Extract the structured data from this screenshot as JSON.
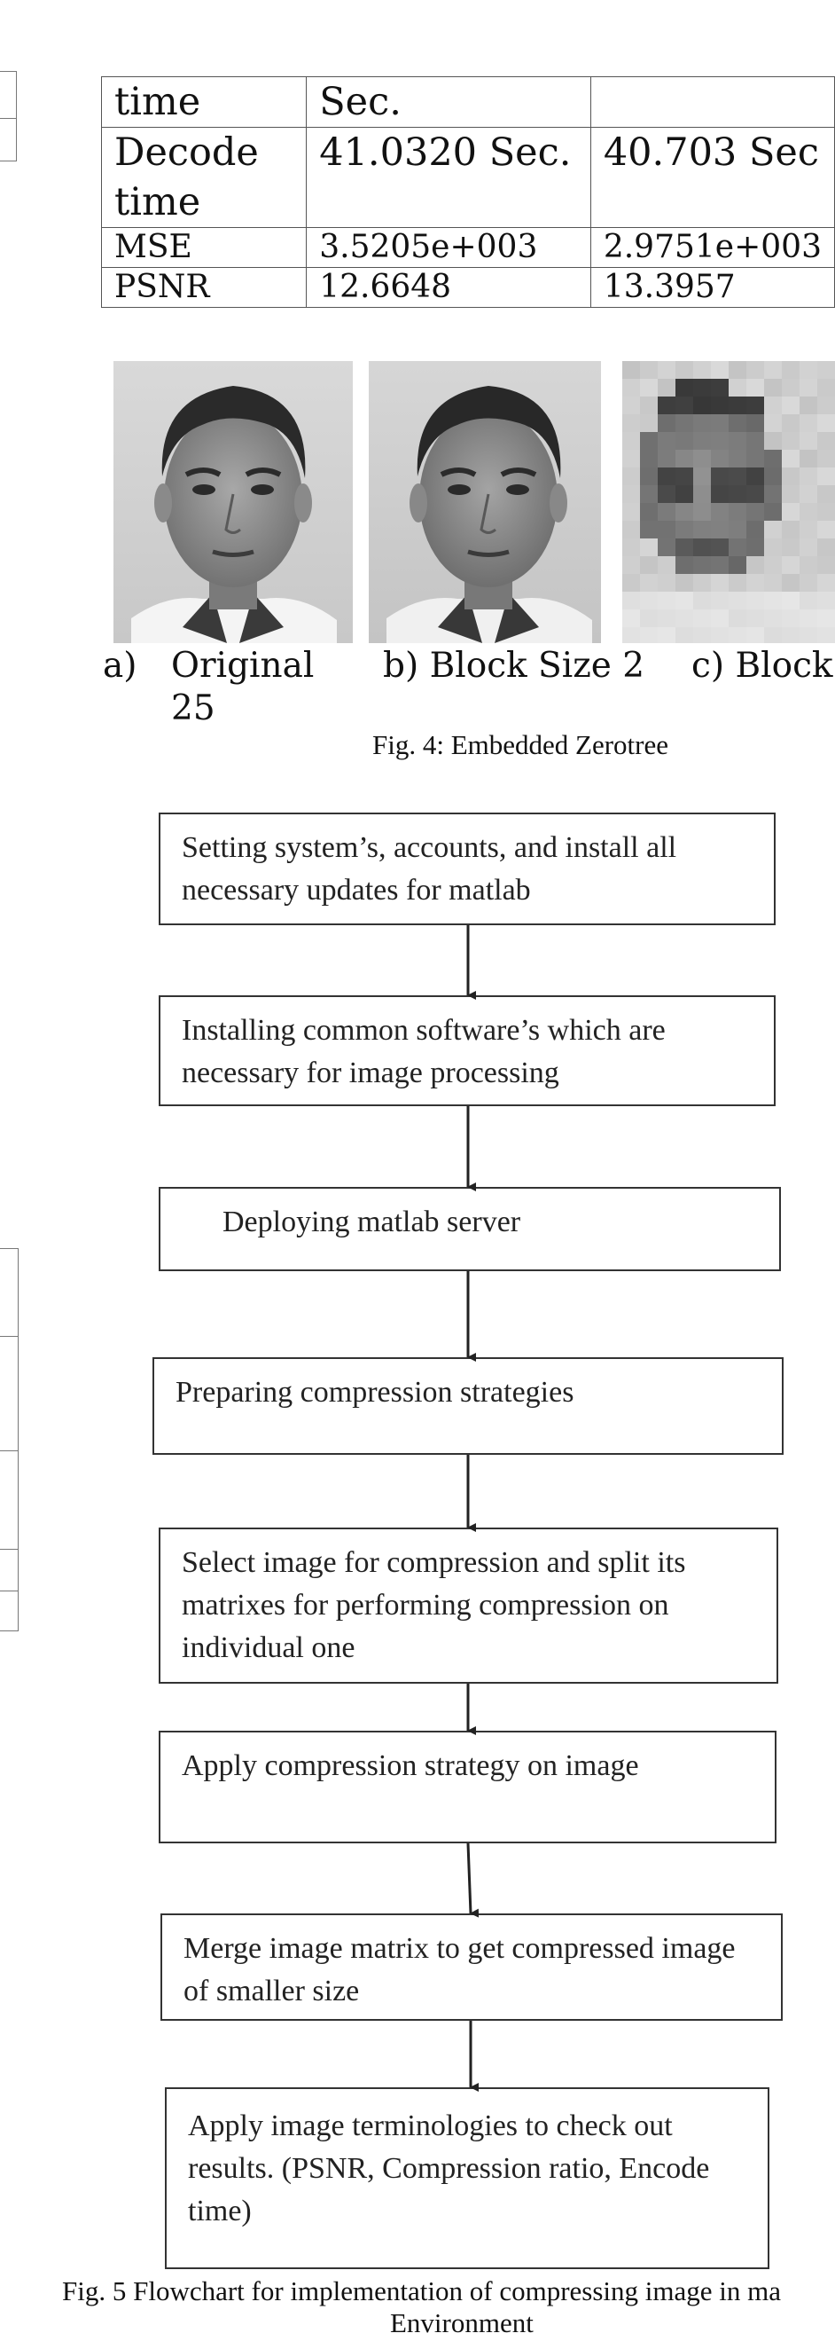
{
  "results_table": {
    "rows": [
      {
        "label": "time",
        "c1": "Sec.",
        "c2": ""
      },
      {
        "label": "Decode time",
        "c1": "41.0320 Sec.",
        "c2": "40.703 Sec"
      },
      {
        "label": "MSE",
        "c1": "3.5205e+003",
        "c2": "2.9751e+003"
      },
      {
        "label": "PSNR",
        "c1": "12.6648",
        "c2": "13.3957"
      }
    ]
  },
  "figure4": {
    "sub_a_letter": "a)",
    "sub_a_text": "Original",
    "sub_a_line2": "25",
    "sub_b": "b) Block Size 2",
    "sub_c": "c) Block S",
    "caption": "Fig. 4: Embedded Zerotree"
  },
  "flowchart": {
    "steps": [
      "Setting system’s, accounts, and install all necessary updates for matlab",
      "Installing common software’s which are necessary for image processing",
      "Deploying matlab server",
      "Preparing compression strategies",
      "Select image for compression and split its matrixes for performing compression on individual one",
      "Apply compression strategy on image",
      "Merge image matrix to get compressed image of smaller size",
      "Apply image terminologies to check out results. (PSNR, Compression ratio, Encode time)"
    ],
    "caption_line1": "Fig. 5 Flowchart for implementation of compressing image in ma",
    "caption_line2": "Environment"
  }
}
